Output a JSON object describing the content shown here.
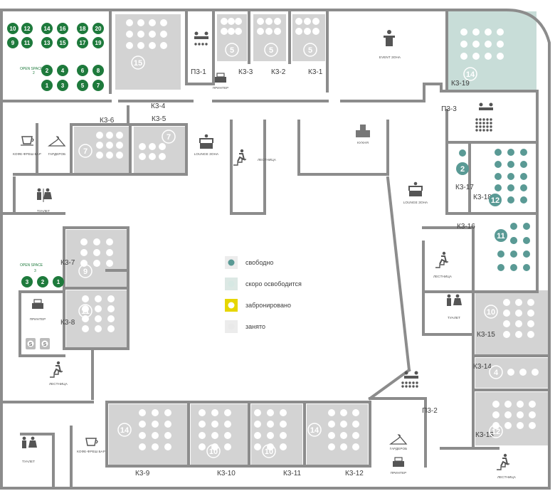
{
  "colors": {
    "wall": "#8c8c8c",
    "room_busy": "#d3d3d3",
    "room_soon": "#c8ddd8",
    "seat_free": "#5a9a95",
    "seat_soon": "#d6e8e3",
    "seat_booked": "#e6d600",
    "seat_busy": "#e9e9e9",
    "open_space": "#1e7a3c"
  },
  "legend": [
    {
      "key": "free",
      "label": "свободно"
    },
    {
      "key": "soon",
      "label": "скоро освободится"
    },
    {
      "key": "booked",
      "label": "забронировано"
    },
    {
      "key": "busy",
      "label": "занято"
    }
  ],
  "rooms": [
    {
      "id": "K3-1",
      "label": "К3-1",
      "capacity": "5"
    },
    {
      "id": "K3-2",
      "label": "К3-2",
      "capacity": "5"
    },
    {
      "id": "K3-3",
      "label": "К3-3",
      "capacity": "5"
    },
    {
      "id": "K3-4",
      "label": "К3-4",
      "capacity": "15"
    },
    {
      "id": "K3-5",
      "label": "К3-5",
      "capacity": "7"
    },
    {
      "id": "K3-6",
      "label": "К3-6",
      "capacity": "7"
    },
    {
      "id": "K3-7",
      "label": "К3-7",
      "capacity": "9"
    },
    {
      "id": "K3-8",
      "label": "К3-8",
      "capacity": "11"
    },
    {
      "id": "K3-9",
      "label": "К3-9",
      "capacity": "14"
    },
    {
      "id": "K3-10",
      "label": "К3-10",
      "capacity": "10"
    },
    {
      "id": "K3-11",
      "label": "К3-11",
      "capacity": "10"
    },
    {
      "id": "K3-12",
      "label": "К3-12",
      "capacity": "14"
    },
    {
      "id": "K3-13",
      "label": "К3-13",
      "capacity": "12"
    },
    {
      "id": "K3-14",
      "label": "К3-14",
      "capacity": "4"
    },
    {
      "id": "K3-15",
      "label": "К3-15",
      "capacity": "10"
    },
    {
      "id": "K3-16",
      "label": "К3-16",
      "capacity": "11"
    },
    {
      "id": "K3-17",
      "label": "К3-17",
      "capacity": "2"
    },
    {
      "id": "K3-18",
      "label": "К3-18",
      "capacity": "12"
    },
    {
      "id": "K3-19",
      "label": "К3-19",
      "capacity": "14"
    }
  ],
  "zones": {
    "p3_1": "П3-1",
    "p3_2": "П3-2",
    "p3_3": "П3-3",
    "event": "EVENT ЗОНА",
    "kitchen": "КУХНЯ",
    "lounge": "LOUNGE ЗОНА",
    "stairs": "ЛЕСТНИЦА",
    "toilet": "ТУАЛЕТ",
    "printer": "ПРИНТЕР",
    "wardrobe": "ГАРДЕРОБ",
    "coffee": "КОФЕ-ФРЕШ БАР"
  },
  "open_spaces": {
    "os2_label": "OPEN SPACE",
    "os2_number": "2",
    "os2_desks": [
      "10",
      "12",
      "14",
      "16",
      "18",
      "20",
      "9",
      "11",
      "13",
      "15",
      "17",
      "19",
      "2",
      "4",
      "6",
      "8",
      "1",
      "3",
      "5",
      "7"
    ],
    "os3_label": "OPEN SPACE",
    "os3_number": "3",
    "os3_desks": [
      "3",
      "2",
      "1"
    ]
  }
}
